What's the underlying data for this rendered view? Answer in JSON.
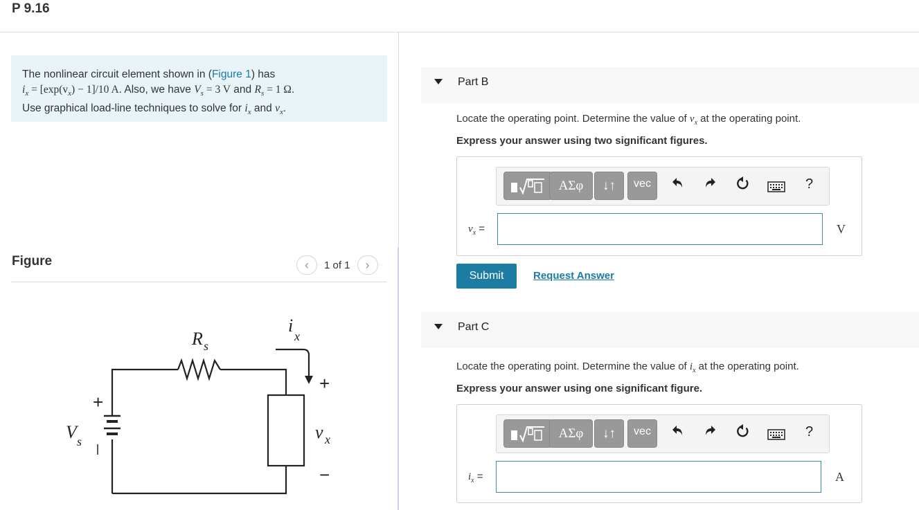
{
  "page": {
    "title": "P 9.16"
  },
  "problem": {
    "line1_pre": "The nonlinear circuit element shown in (",
    "figure_link": "Figure 1",
    "line1_post": ") has",
    "line2_eq": "i",
    "line2_sub": "x",
    "line2_rest": " = [exp(v",
    "line2_sub2": "x",
    "line2_rest2": ") − 1]/10 A",
    "line2_also": ". Also, we have ",
    "vs_sym": "V",
    "vs_sub": "s",
    "vs_val": " = 3 V",
    "and_word": " and ",
    "rs_sym": "R",
    "rs_sub": "s",
    "rs_val": " = 1 Ω",
    "line2_end": ".",
    "line3_pre": "Use graphical load-line techniques to solve for ",
    "line3_ix": "i",
    "line3_ix_sub": "x",
    "line3_and": " and ",
    "line3_vx": "v",
    "line3_vx_sub": "x",
    "line3_end": "."
  },
  "figure": {
    "label": "Figure",
    "pager_text": "1 of 1",
    "prev_icon": "chevron-left-icon",
    "next_icon": "chevron-right-icon",
    "circuit": {
      "rs_label": "R",
      "rs_sub": "s",
      "ix_label": "i",
      "ix_sub": "x",
      "vs_label": "V",
      "vs_sub": "s",
      "vx_label": "v",
      "vx_sub": "x",
      "plus_top": "+",
      "minus_bottom": "−",
      "batt_plus": "+"
    }
  },
  "partB": {
    "name": "Part B",
    "prompt_pre": "Locate the operating point. Determine the value of ",
    "prompt_var": "v",
    "prompt_sub": "x",
    "prompt_post": " at the operating point.",
    "instruction": "Express your answer using two significant figures.",
    "var_label": "v",
    "var_sub": "x",
    "equals": " =",
    "value": "",
    "unit": "V",
    "submit_label": "Submit",
    "request_label": "Request Answer"
  },
  "partC": {
    "name": "Part C",
    "prompt_pre": "Locate the operating point. Determine the value of ",
    "prompt_var": "i",
    "prompt_sub": "x",
    "prompt_post": " at the operating point.",
    "instruction": "Express your answer using one significant figure.",
    "var_label": "i",
    "var_sub": "x",
    "equals": " =",
    "value": "",
    "unit": "A"
  },
  "toolbar": {
    "greek_label": "ΑΣφ",
    "arrows_label": "↓↑",
    "vec_label": "vec",
    "help_label": "?",
    "icons": [
      "templates-icon",
      "greek-icon",
      "subsup-icon",
      "vec-icon",
      "undo-icon",
      "redo-icon",
      "reset-icon",
      "keyboard-icon",
      "help-icon"
    ]
  },
  "colors": {
    "accent": "#1c7ca2",
    "problem_bg": "#e8f4f7",
    "toolbar_btn": "#999999"
  }
}
